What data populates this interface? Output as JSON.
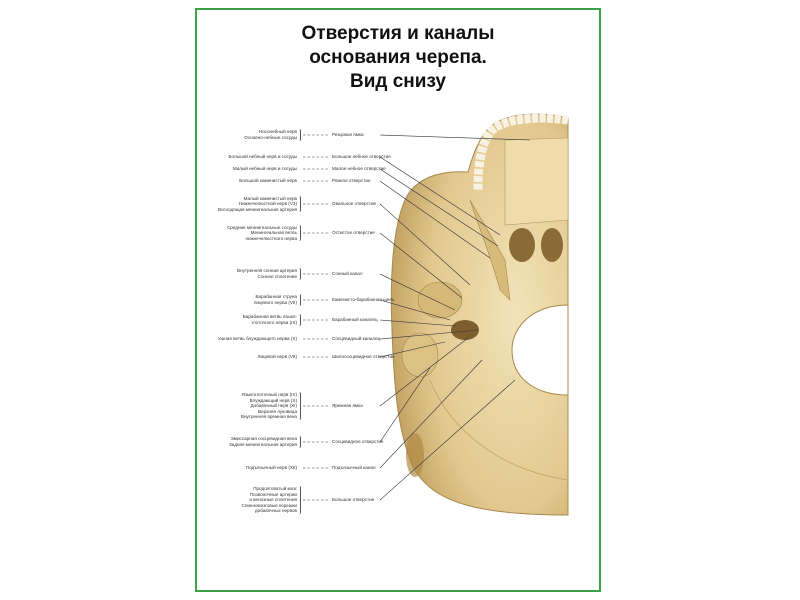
{
  "title": [
    "Отверстия и каналы",
    "основания черепа.",
    "Вид снизу"
  ],
  "colors": {
    "border": "#3aa04a",
    "bone": "#e8d29c",
    "bone_dark": "#b8985a"
  },
  "labels": [
    {
      "structures": [
        "Носонебный нерв",
        "Основно-небные сосуды"
      ],
      "opening": "Резцовая ямка"
    },
    {
      "structures": [
        "Большой небный нерв и сосуды"
      ],
      "opening": "Большое небное отверстие"
    },
    {
      "structures": [
        "Малый небный нерв и сосуды"
      ],
      "opening": "Малое небное отверстие"
    },
    {
      "structures": [
        "Большой каменистый нерв"
      ],
      "opening": "Рваное отверстие"
    },
    {
      "structures": [
        "Малый каменистый нерв",
        "Нижнечелюстной нерв (V3)",
        "Восходящая менингеальная артерия"
      ],
      "opening": "Овальное отверстие"
    },
    {
      "structures": [
        "Средние менингеальные сосуды",
        "Менингеальная ветвь",
        "нижнечелюстного нерва"
      ],
      "opening": "Остистое отверстие"
    },
    {
      "structures": [
        "Внутренняя сонная артерия",
        "Сонное сплетение"
      ],
      "opening": "Сонный канал"
    },
    {
      "structures": [
        "Барабанная струна",
        "лицевого нерва (VII)"
      ],
      "opening": "Каменисто-барабанная щель"
    },
    {
      "structures": [
        "Барабанная ветвь языко-",
        "глоточного нерва (IX)"
      ],
      "opening": "Барабанный каналец"
    },
    {
      "structures": [
        "Ушная ветвь блуждающего нерва (X)"
      ],
      "opening": "Сосцевидный каналец"
    },
    {
      "structures": [
        "Лицевой нерв (VII)"
      ],
      "opening": "Шилососцевидное отверстие"
    },
    {
      "structures": [
        "Языкоглоточный нерв (IX)",
        "Блуждающий нерв (X)",
        "Добавочный нерв (XI)",
        "Верхняя луковица",
        "Внутренняя яремная вена"
      ],
      "opening": "Яремная ямка"
    },
    {
      "structures": [
        "Эмиссарная сосцевидная вена",
        "Задняя менингеальная артерия"
      ],
      "opening": "Сосцевидное отверстие"
    },
    {
      "structures": [
        "Подъязычный нерв (XII)"
      ],
      "opening": "Подъязычный канал"
    },
    {
      "structures": [
        "Продолговатый мозг",
        "Позвоночные артерии",
        "и венозные сплетения",
        "Спинномозговые корешки",
        "добавочных нервов"
      ],
      "opening": "Большое отверстие"
    }
  ]
}
